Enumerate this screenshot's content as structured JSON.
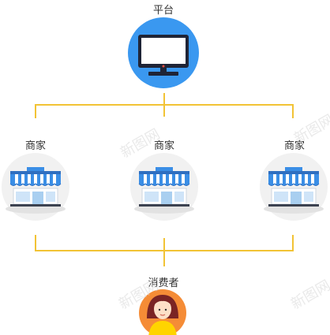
{
  "platform": {
    "label": "平台"
  },
  "merchants": [
    {
      "label": "商家"
    },
    {
      "label": "商家"
    },
    {
      "label": "商家"
    }
  ],
  "consumer": {
    "label": "消费者"
  },
  "watermark": "新图网",
  "colors": {
    "connector": "#f2c335",
    "platform_circle": "#3a98f0",
    "monitor_frame": "#1f2436",
    "store_circle": "#f1f1f1",
    "awning_blue": "#3a8ee6",
    "consumer_circle": "#f58c36"
  },
  "icons": {
    "platform": "monitor-icon",
    "merchant": "storefront-icon",
    "consumer": "user-avatar-icon"
  }
}
